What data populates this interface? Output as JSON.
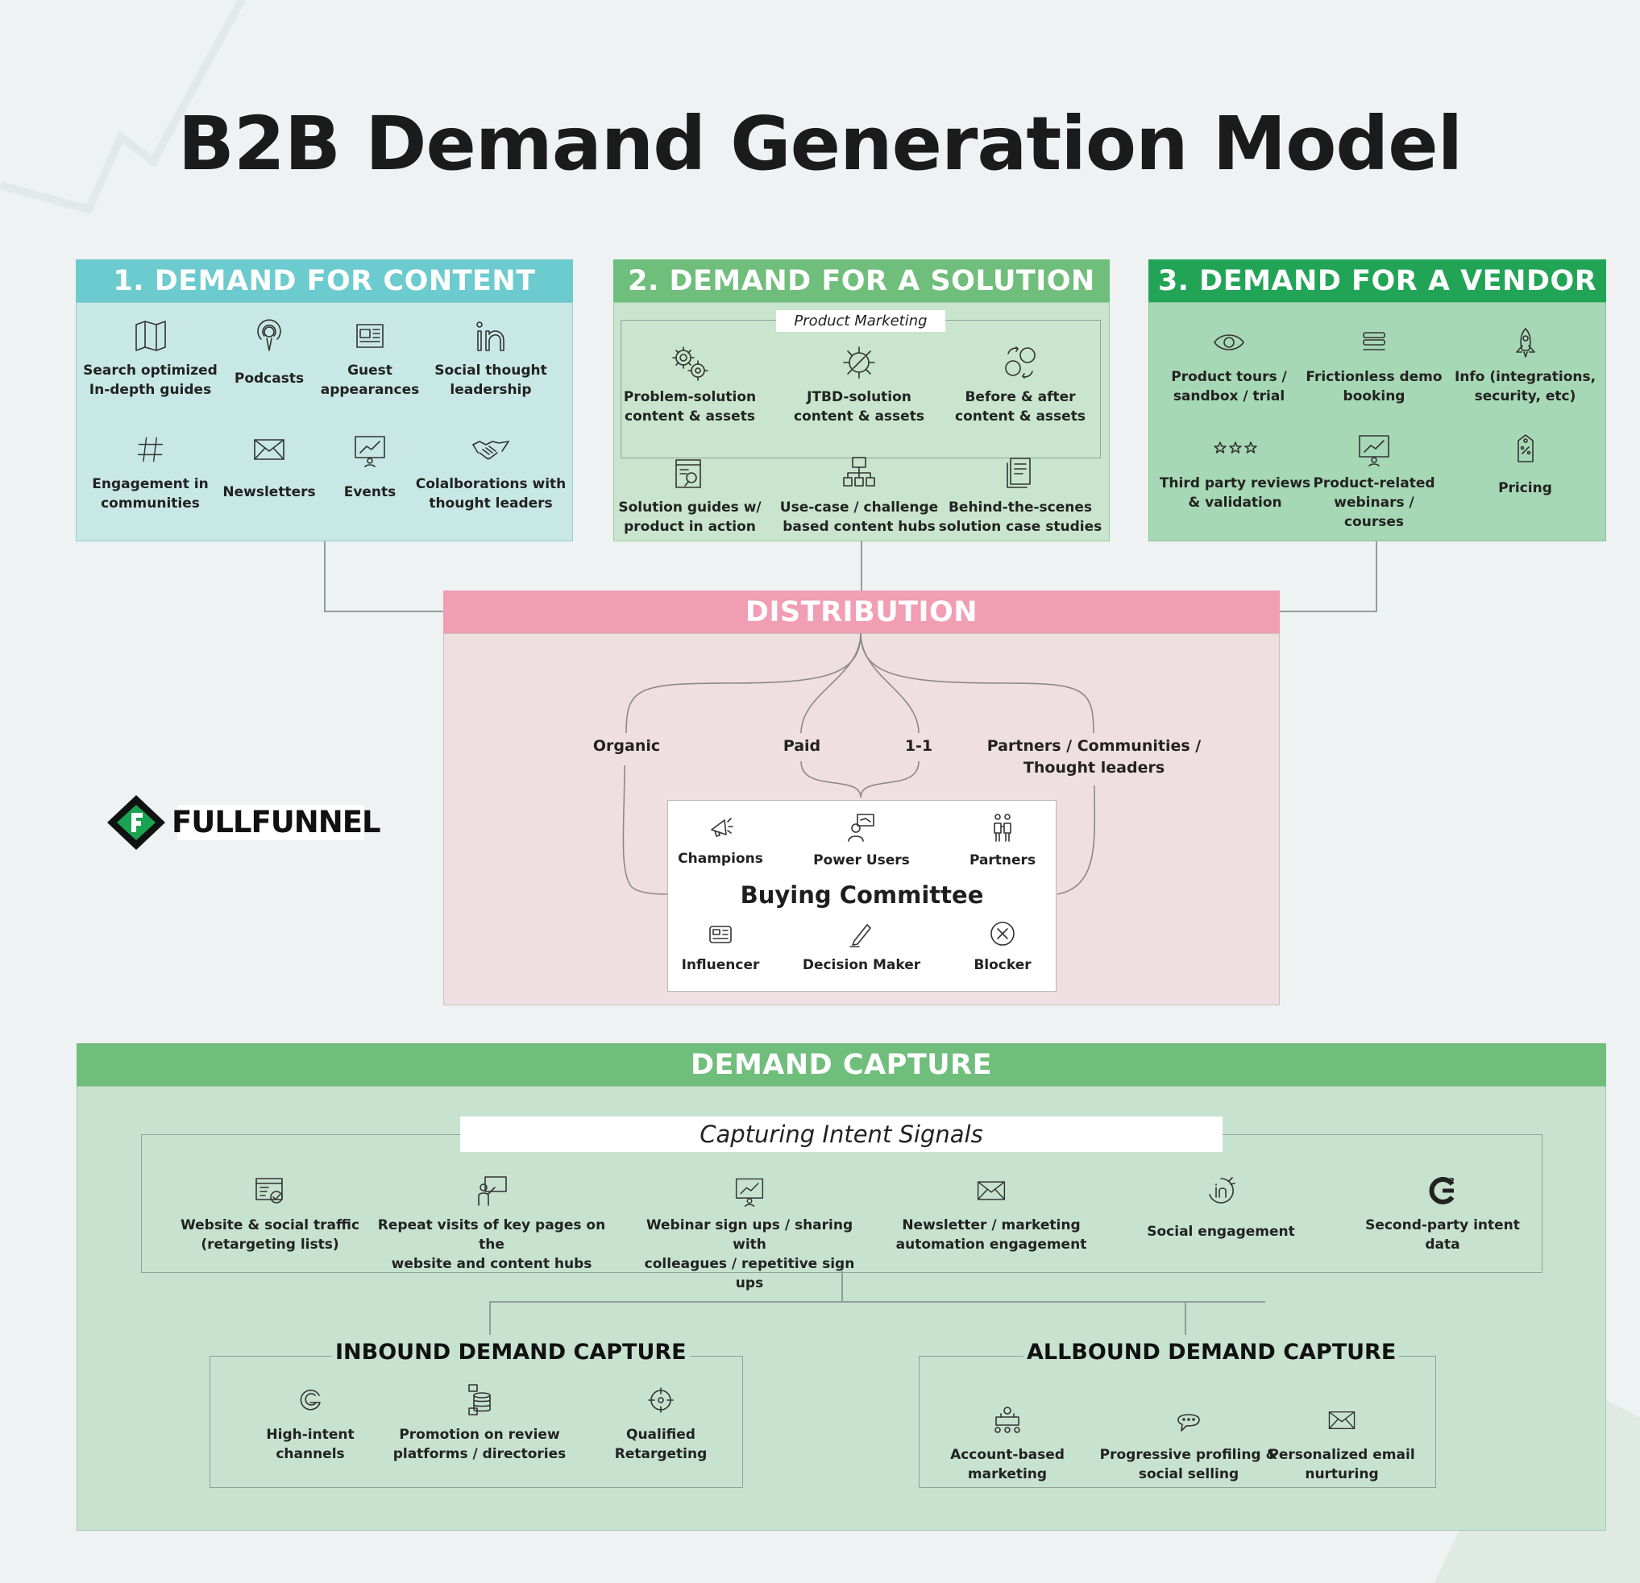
{
  "title": "B2B Demand Generation Model",
  "colors": {
    "content_header": "#6ccbce",
    "content_body": "#c8e8e6",
    "solution_header": "#6fbe7c",
    "solution_body": "#c9e5cd",
    "vendor_header": "#22a457",
    "vendor_body": "#a7d8b6",
    "distribution_header": "#f19db4",
    "distribution_body": "#f0dfe0",
    "capture_header": "#6fbe7c",
    "capture_body": "#c8e2d0"
  },
  "content": {
    "header": "1. DEMAND FOR CONTENT",
    "items": [
      {
        "label": "Search optimized\nIn-depth guides",
        "icon": "map-icon"
      },
      {
        "label": "Podcasts",
        "icon": "podcast-icon"
      },
      {
        "label": "Guest\nappearances",
        "icon": "newspaper-icon"
      },
      {
        "label": "Social thought\nleadership",
        "icon": "linkedin-icon"
      },
      {
        "label": "Engagement in\ncommunities",
        "icon": "hashtag-icon"
      },
      {
        "label": "Newsletters",
        "icon": "envelope-icon"
      },
      {
        "label": "Events",
        "icon": "presentation-icon"
      },
      {
        "label": "Colalborations with\nthought leaders",
        "icon": "handshake-icon"
      }
    ]
  },
  "solution": {
    "header": "2. DEMAND FOR A SOLUTION",
    "tag": "Product Marketing",
    "items": [
      {
        "label": "Problem-solution\ncontent & assets",
        "icon": "gears-icon"
      },
      {
        "label": "JTBD-solution\ncontent & assets",
        "icon": "tools-icon"
      },
      {
        "label": "Before & after\ncontent & assets",
        "icon": "before-after-icon"
      },
      {
        "label": "Solution guides w/\nproduct in action",
        "icon": "guide-icon"
      },
      {
        "label": "Use-case / challenge\nbased content hubs",
        "icon": "hub-icon"
      },
      {
        "label": "Behind-the-scenes\nsolution case studies",
        "icon": "document-icon"
      }
    ]
  },
  "vendor": {
    "header": "3. DEMAND FOR A VENDOR",
    "items": [
      {
        "label": "Product tours /\nsandbox / trial",
        "icon": "eye-icon"
      },
      {
        "label": "Frictionless demo\nbooking",
        "icon": "list-icon"
      },
      {
        "label": "Info (integrations,\nsecurity, etc)",
        "icon": "rocket-icon"
      },
      {
        "label": "Third party reviews\n& validation",
        "icon": "stars-icon"
      },
      {
        "label": "Product-related\nwebinars / courses",
        "icon": "webinar-icon"
      },
      {
        "label": "Pricing",
        "icon": "price-tag-icon"
      }
    ]
  },
  "distribution": {
    "header": "DISTRIBUTION",
    "channels": [
      "Organic",
      "Paid",
      "1-1",
      "Partners / Communities /\nThought leaders"
    ]
  },
  "buying_committee": {
    "title": "Buying Committee",
    "roles": [
      {
        "label": "Champions",
        "icon": "megaphone-icon"
      },
      {
        "label": "Power Users",
        "icon": "power-user-icon"
      },
      {
        "label": "Partners",
        "icon": "partners-icon"
      },
      {
        "label": "Influencer",
        "icon": "influencer-icon"
      },
      {
        "label": "Decision Maker",
        "icon": "pen-icon"
      },
      {
        "label": "Blocker",
        "icon": "blocker-icon"
      }
    ]
  },
  "logo": {
    "text": "FULLFUNNEL"
  },
  "capture": {
    "header": "DEMAND CAPTURE",
    "tag": "Capturing Intent Signals",
    "signals": [
      {
        "label": "Website & social traffic\n(retargeting lists)",
        "icon": "web-traffic-icon"
      },
      {
        "label": "Repeat visits of key pages on the\nwebsite and content hubs",
        "icon": "teacher-board-icon"
      },
      {
        "label": "Webinar sign ups / sharing with\ncolleagues / repetitive sign ups",
        "icon": "webinar-icon"
      },
      {
        "label": "Newsletter / marketing\nautomation engagement",
        "icon": "envelope-icon"
      },
      {
        "label": "Social engagement",
        "icon": "social-icon"
      },
      {
        "label": "Second-party intent\ndata",
        "icon": "g2-icon"
      }
    ],
    "inbound": {
      "header": "INBOUND DEMAND CAPTURE",
      "items": [
        {
          "label": "High-intent\nchannels",
          "icon": "google-icon"
        },
        {
          "label": "Promotion on review\nplatforms / directories",
          "icon": "stack-icon"
        },
        {
          "label": "Qualified\nRetargeting",
          "icon": "target-icon"
        }
      ]
    },
    "allbound": {
      "header": "ALLBOUND DEMAND CAPTURE",
      "items": [
        {
          "label": "Account-based\nmarketing",
          "icon": "meeting-icon"
        },
        {
          "label": "Progressive profiling &\nsocial selling",
          "icon": "chat-icon"
        },
        {
          "label": "Personalized email\nnurturing",
          "icon": "envelope-icon"
        }
      ]
    }
  }
}
